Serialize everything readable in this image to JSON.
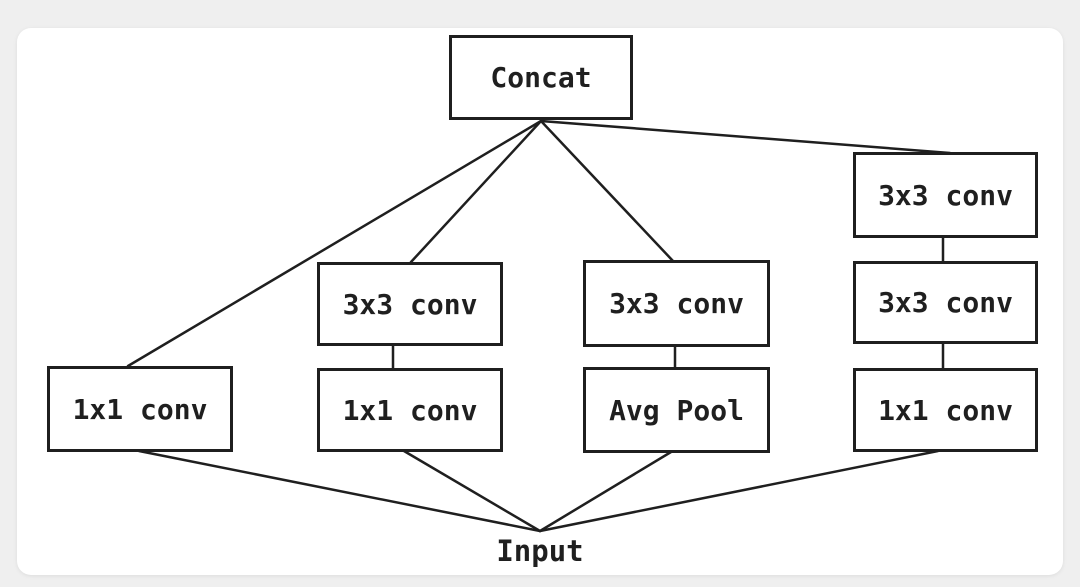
{
  "diagram": {
    "nodes": {
      "concat": "Concat",
      "branch1_conv1x1": "1x1 conv",
      "branch2_conv3x3": "3x3 conv",
      "branch2_conv1x1": "1x1 conv",
      "branch3_conv3x3": "3x3 conv",
      "bran3_avgpool_note": "",
      "branch3_avgpool": "Avg Pool",
      "branch4_conv3x3_top": "3x3 conv",
      "branch4_conv3x3_mid": "3x3 conv",
      "branch4_conv1x1": "1x1 conv"
    },
    "input_label": "Input",
    "edges": [
      {
        "from": "concat",
        "to": "branch1_conv1x1"
      },
      {
        "from": "concat",
        "to": "branch2_conv3x3"
      },
      {
        "from": "concat",
        "to": "branch3_conv3x3"
      },
      {
        "from": "concat",
        "to": "branch4_conv3x3_top"
      },
      {
        "from": "branch2_conv3x3",
        "to": "branch2_conv1x1"
      },
      {
        "from": "branch3_conv3x3",
        "to": "branch3_avgpool"
      },
      {
        "from": "branch4_conv3x3_top",
        "to": "branch4_conv3x3_mid"
      },
      {
        "from": "branch4_conv3x3_mid",
        "to": "branch4_conv1x1"
      },
      {
        "from": "branch1_conv1x1",
        "to": "input"
      },
      {
        "from": "branch2_conv1x1",
        "to": "input"
      },
      {
        "from": "branch3_avgpool",
        "to": "input"
      },
      {
        "from": "branch4_conv1x1",
        "to": "input"
      }
    ],
    "colors": {
      "stroke": "#1f1f1f",
      "card_bg": "#ffffff",
      "page_bg": "#efefef"
    }
  }
}
